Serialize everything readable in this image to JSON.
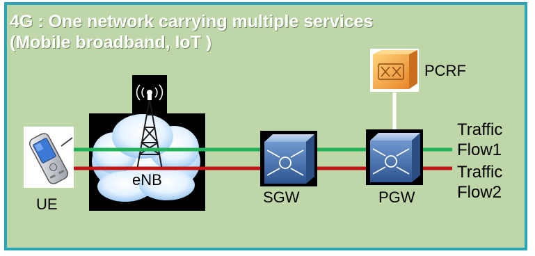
{
  "title": {
    "line1": "4G : One network carrying multiple services",
    "line2": "(Mobile broadband, IoT )"
  },
  "nodes": {
    "ue": "UE",
    "enb": "eNB",
    "sgw": "SGW",
    "pgw": "PGW",
    "pcrf": "PCRF"
  },
  "flows": [
    {
      "line1": "Traffic",
      "line2": "Flow1",
      "color": "#1fb35a"
    },
    {
      "line1": "Traffic",
      "line2": "Flow2",
      "color": "#c31515"
    }
  ],
  "colors": {
    "background": "#bfd6a8",
    "border": "#2aa6b8",
    "pcrf_orange": "#f29a2e",
    "gateway_blue": "#3f6fb0"
  }
}
